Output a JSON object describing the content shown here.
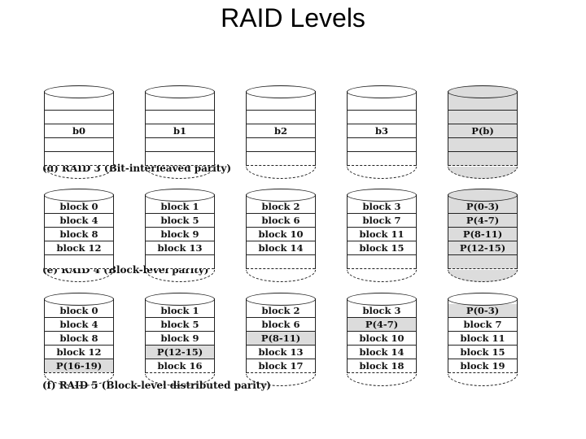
{
  "title": "RAID Levels",
  "sections": [
    {
      "caption": "(d) RAID 3 (Bit-interleaved parity)",
      "disks": [
        {
          "shaded": false,
          "rows": [
            "",
            "",
            "b0",
            "",
            ""
          ]
        },
        {
          "shaded": false,
          "rows": [
            "",
            "",
            "b1",
            "",
            ""
          ]
        },
        {
          "shaded": false,
          "rows": [
            "",
            "",
            "b2",
            "",
            ""
          ]
        },
        {
          "shaded": false,
          "rows": [
            "",
            "",
            "b3",
            "",
            ""
          ]
        },
        {
          "shaded": true,
          "rows": [
            "",
            "",
            "P(b)",
            "",
            ""
          ]
        }
      ]
    },
    {
      "caption": "(e) RAID 4 (Block-level parity)",
      "disks": [
        {
          "shaded": false,
          "rows": [
            "block 0",
            "block 4",
            "block 8",
            "block 12",
            ""
          ]
        },
        {
          "shaded": false,
          "rows": [
            "block 1",
            "block 5",
            "block 9",
            "block 13",
            ""
          ]
        },
        {
          "shaded": false,
          "rows": [
            "block 2",
            "block 6",
            "block 10",
            "block 14",
            ""
          ]
        },
        {
          "shaded": false,
          "rows": [
            "block 3",
            "block 7",
            "block 11",
            "block 15",
            ""
          ]
        },
        {
          "shaded": true,
          "rows": [
            "P(0-3)",
            "P(4-7)",
            "P(8-11)",
            "P(12-15)",
            ""
          ]
        }
      ]
    },
    {
      "caption": "(f) RAID 5 (Block-level distributed parity)",
      "disks": [
        {
          "shaded": false,
          "rows": [
            "block 0",
            "block 4",
            "block 8",
            "block 12",
            "P(16-19)"
          ],
          "shaded_rows": [
            4
          ]
        },
        {
          "shaded": false,
          "rows": [
            "block 1",
            "block 5",
            "block 9",
            "P(12-15)",
            "block 16"
          ],
          "shaded_rows": [
            3
          ]
        },
        {
          "shaded": false,
          "rows": [
            "block 2",
            "block 6",
            "P(8-11)",
            "block 13",
            "block 17"
          ],
          "shaded_rows": [
            2
          ]
        },
        {
          "shaded": false,
          "rows": [
            "block 3",
            "P(4-7)",
            "block 10",
            "block 14",
            "block 18"
          ],
          "shaded_rows": [
            1
          ]
        },
        {
          "shaded": false,
          "rows": [
            "P(0-3)",
            "block 7",
            "block 11",
            "block 15",
            "block 19"
          ],
          "shaded_rows": [
            0
          ]
        }
      ]
    }
  ]
}
